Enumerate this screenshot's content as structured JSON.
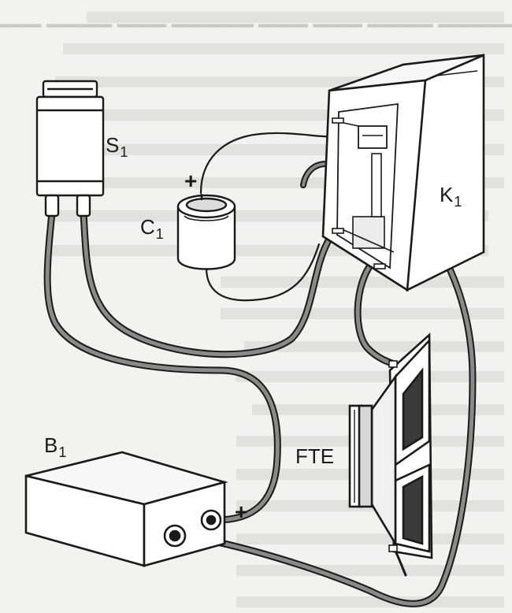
{
  "labels": {
    "switch": {
      "main": "S",
      "sub": "1"
    },
    "capacitor": {
      "main": "C",
      "sub": "1"
    },
    "relay": {
      "main": "K",
      "sub": "1"
    },
    "battery": {
      "main": "B",
      "sub": "1"
    },
    "speaker": {
      "main": "FTE",
      "sub": ""
    }
  },
  "polarity": {
    "capacitor_plus": "+",
    "battery_plus": "+"
  },
  "colors": {
    "ink": "#1a1a1a",
    "paper": "#f2f2f0",
    "wire": "#7a7a7a",
    "component_fill": "#ffffff",
    "bleed_through": "#c9c9c6"
  }
}
